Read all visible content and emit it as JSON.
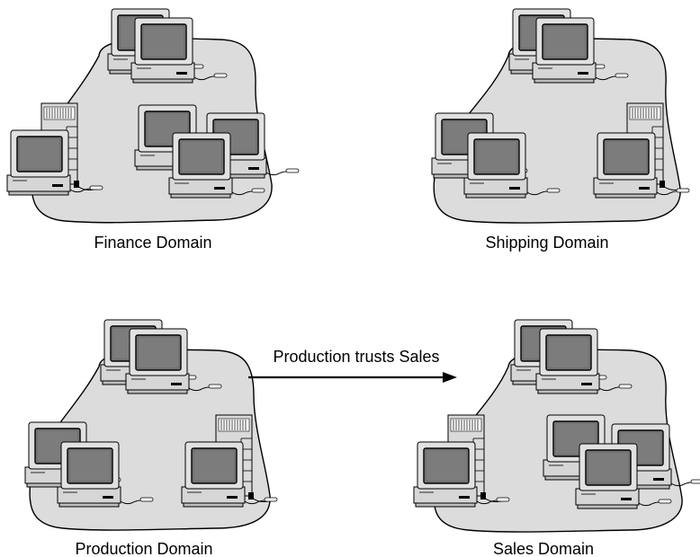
{
  "diagram": {
    "domains": [
      {
        "key": "finance",
        "label": "Finance Domain"
      },
      {
        "key": "shipping",
        "label": "Shipping Domain"
      },
      {
        "key": "production",
        "label": "Production Domain"
      },
      {
        "key": "sales",
        "label": "Sales Domain"
      }
    ],
    "trust": {
      "label": "Production trusts Sales",
      "from": "production",
      "to": "sales"
    }
  }
}
